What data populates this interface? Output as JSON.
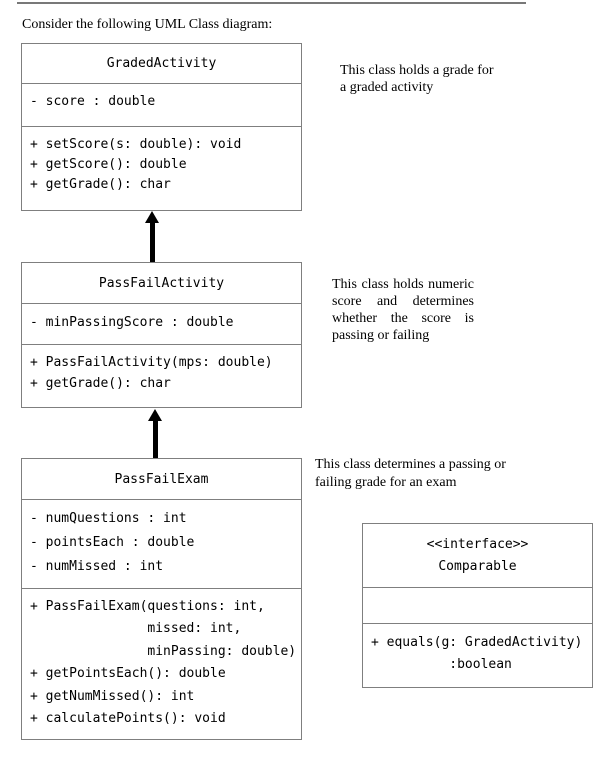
{
  "title": "Consider the following UML Class diagram:",
  "colors": {
    "box_border": "#7f7f7f",
    "arrow": "#000000",
    "top_rule": "#787878",
    "text": "#000000"
  },
  "classes": {
    "graded_activity": {
      "name": "GradedActivity",
      "attributes": [
        "- score : double"
      ],
      "methods": [
        "+ setScore(s: double): void",
        "+ getScore(): double",
        "+ getGrade(): char"
      ]
    },
    "pass_fail_activity": {
      "name": "PassFailActivity",
      "attributes": [
        "- minPassingScore : double"
      ],
      "methods": [
        "+ PassFailActivity(mps: double)",
        "+ getGrade(): char"
      ]
    },
    "pass_fail_exam": {
      "name": "PassFailExam",
      "attributes": [
        "- numQuestions : int",
        "- pointsEach : double",
        "- numMissed : int"
      ],
      "methods": [
        "+ PassFailExam(questions: int,",
        "               missed: int,",
        "               minPassing: double)",
        "+ getPointsEach(): double",
        "+ getNumMissed(): int",
        "+ calculatePoints(): void"
      ]
    },
    "comparable": {
      "stereotype": "<<interface>>",
      "name": "Comparable",
      "attributes": [],
      "methods": [
        "+ equals(g: GradedActivity)",
        "          :boolean"
      ]
    }
  },
  "notes": {
    "graded_activity": "This class holds a grade for a graded activity",
    "pass_fail_activity": "This class holds numeric score and determines whether the score is passing or failing",
    "pass_fail_exam": "This class determines a passing or failing grade for an exam"
  },
  "relationships": [
    {
      "type": "inheritance",
      "from": "PassFailActivity",
      "to": "GradedActivity"
    },
    {
      "type": "inheritance",
      "from": "PassFailExam",
      "to": "PassFailActivity"
    }
  ]
}
